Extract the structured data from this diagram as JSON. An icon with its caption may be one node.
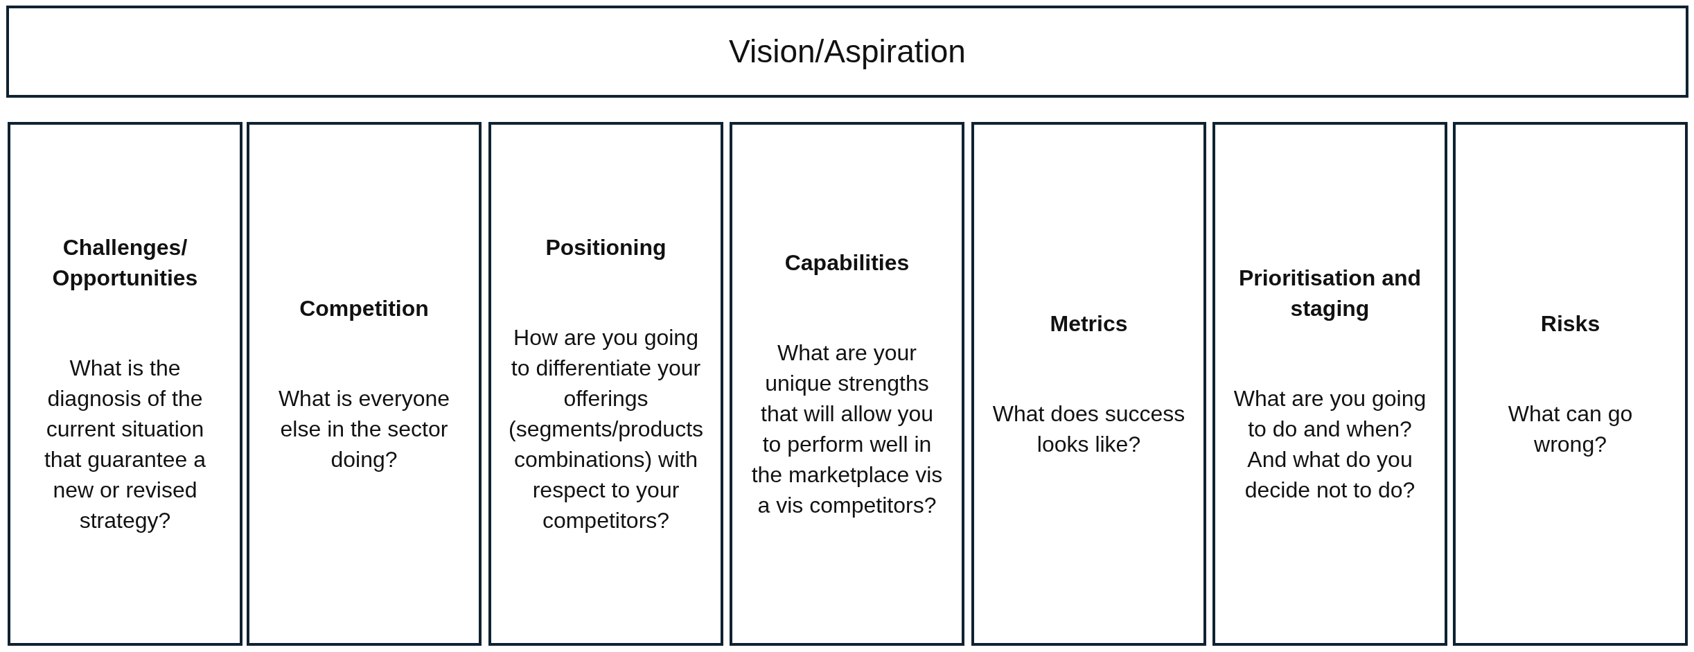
{
  "diagram": {
    "nodes": [
      {
        "text": [
          "Vision/Aspiration"
        ]
      },
      {
        "text": [
          "Challenges/ Opportunities",
          "What is the diagnosis of the current situation that guarantee a new or revised strategy?"
        ]
      },
      {
        "text": [
          "Competition",
          "What is everyone else in the sector doing?"
        ]
      },
      {
        "text": [
          "Positioning",
          "How are you going to differentiate your offerings (segments/products combinations) with respect to your competitors?"
        ]
      },
      {
        "text": [
          "Capabilities",
          "What are your unique strengths that will allow you to perform well in the marketplace vis a vis competitors?"
        ]
      },
      {
        "text": [
          "Metrics",
          "What does success looks like?"
        ]
      },
      {
        "text": [
          "Prioritisation and staging",
          "What are you going to do and when? And what do you decide not to do?"
        ]
      },
      {
        "text": [
          "Risks",
          "What can go wrong?"
        ]
      }
    ]
  }
}
